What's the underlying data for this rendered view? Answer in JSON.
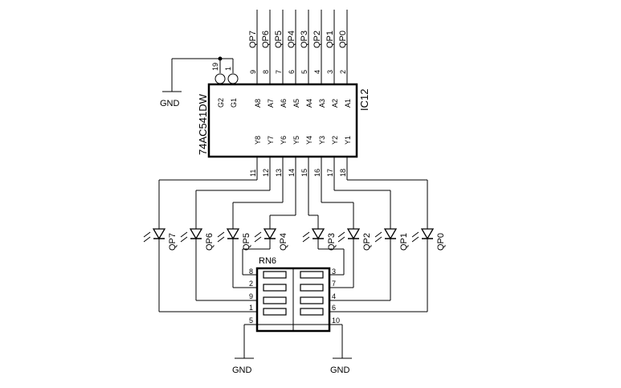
{
  "chip": {
    "ref": "IC12",
    "part": "74AC541DW",
    "input_names": [
      "A8",
      "A7",
      "A6",
      "A5",
      "A4",
      "A3",
      "A2",
      "A1"
    ],
    "input_pins": [
      "9",
      "8",
      "7",
      "6",
      "5",
      "4",
      "3",
      "2"
    ],
    "output_names": [
      "Y8",
      "Y7",
      "Y6",
      "Y5",
      "Y4",
      "Y3",
      "Y2",
      "Y1"
    ],
    "output_pins": [
      "11",
      "12",
      "13",
      "14",
      "15",
      "16",
      "17",
      "18"
    ],
    "enable_names": [
      "G2",
      "G1"
    ],
    "enable_pins": [
      "19",
      "1"
    ]
  },
  "nets": [
    "QP7",
    "QP6",
    "QP5",
    "QP4",
    "QP3",
    "QP2",
    "QP1",
    "QP0"
  ],
  "leds": [
    "QP7",
    "QP6",
    "QP5",
    "QP4",
    "QP3",
    "QP2",
    "QP1",
    "QP0"
  ],
  "resistor_network": {
    "ref": "RN6",
    "left_pins": [
      "8",
      "2",
      "9",
      "1",
      "5"
    ],
    "right_pins": [
      "3",
      "7",
      "4",
      "6",
      "10"
    ]
  },
  "ground_label": "GND"
}
